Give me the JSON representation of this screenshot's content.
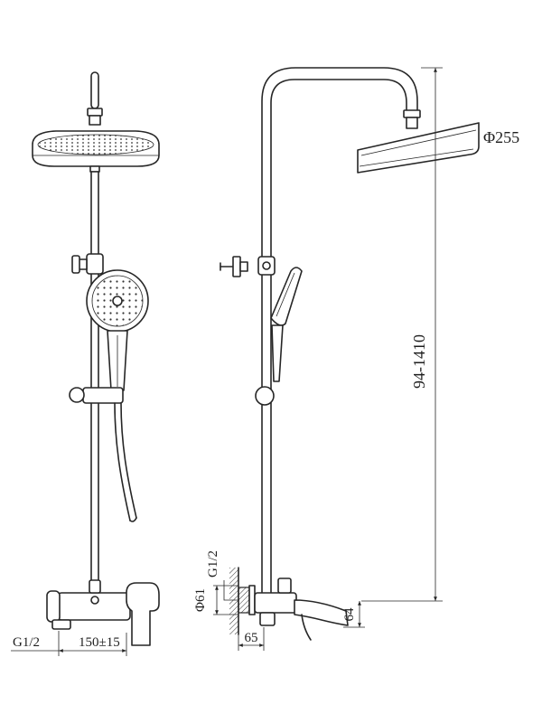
{
  "labels": {
    "head_diameter": "Φ255",
    "height_range": "94-1410",
    "inlet_thread_side": "G1/2",
    "escutcheon_diameter": "Φ61",
    "spout_height": "64",
    "wall_offset": "65",
    "inlet_thread_front": "G1/2",
    "inlet_spacing": "150±15"
  }
}
